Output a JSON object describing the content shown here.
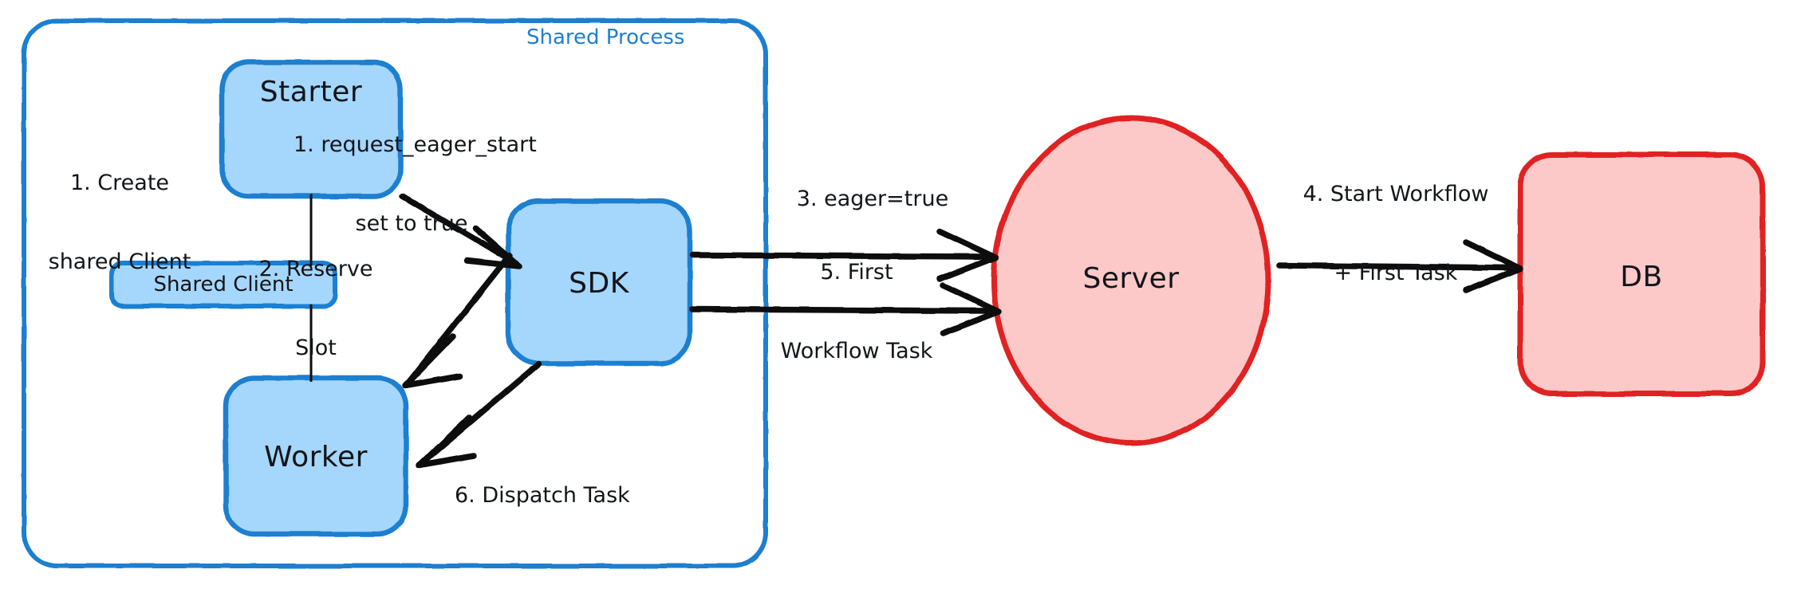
{
  "diagram": {
    "title_label": "Shared Process",
    "accent_blue_border": "#1f7fd0",
    "accent_blue_fill": "#a5d6fb",
    "accent_red_border": "#e02424",
    "accent_red_fill": "#fcc8c8",
    "edge_color": "#111111",
    "background": "#ffffff"
  },
  "nodes": {
    "starter": {
      "label": "Starter",
      "kind": "rounded-box",
      "color": "blue"
    },
    "shared_client": {
      "label": "Shared Client",
      "kind": "rounded-box-small",
      "color": "blue"
    },
    "worker": {
      "label": "Worker",
      "kind": "rounded-box",
      "color": "blue"
    },
    "sdk": {
      "label": "SDK",
      "kind": "rounded-box",
      "color": "blue"
    },
    "server": {
      "label": "Server",
      "kind": "ellipse",
      "color": "red"
    },
    "db": {
      "label": "DB",
      "kind": "rounded-box",
      "color": "red"
    }
  },
  "edges": [
    {
      "id": "e1",
      "label_line1": "1. Create",
      "label_line2": "shared Client",
      "from": "starter",
      "to": "shared_client",
      "arrow": false
    },
    {
      "id": "e2",
      "label_line1": "1. request_eager_start",
      "label_line2": "set to true",
      "from": "starter",
      "to": "sdk",
      "arrow": true
    },
    {
      "id": "e3",
      "label_line1": "2. Reserve",
      "label_line2": "Slot",
      "from": "sdk",
      "to": "worker",
      "arrow": true
    },
    {
      "id": "e4",
      "label_line1": "3. eager=true",
      "label_line2": "",
      "from": "sdk",
      "to": "server",
      "arrow": true
    },
    {
      "id": "e5",
      "label_line1": "4. Start Workflow",
      "label_line2": "+ First Task",
      "from": "server",
      "to": "db",
      "arrow": true
    },
    {
      "id": "e6",
      "label_line1": "5. First",
      "label_line2": "Workflow Task",
      "from": "sdk",
      "to": "server",
      "arrow": true
    },
    {
      "id": "e7",
      "label_line1": "6. Dispatch Task",
      "label_line2": "",
      "from": "sdk",
      "to": "worker",
      "arrow": true
    }
  ]
}
